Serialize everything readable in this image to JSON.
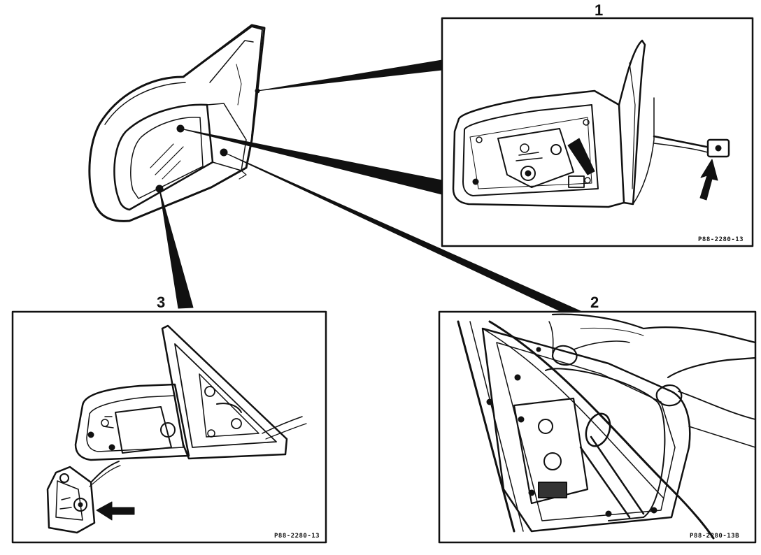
{
  "callouts": [
    {
      "number": "1",
      "ref": "P88-2280-13"
    },
    {
      "number": "2",
      "ref": "P88-2280-13B"
    },
    {
      "number": "3",
      "ref": "P88-2280-13"
    }
  ],
  "colors": {
    "ink": "#111111",
    "paper": "#ffffff",
    "shade": "#d8d8d8"
  }
}
